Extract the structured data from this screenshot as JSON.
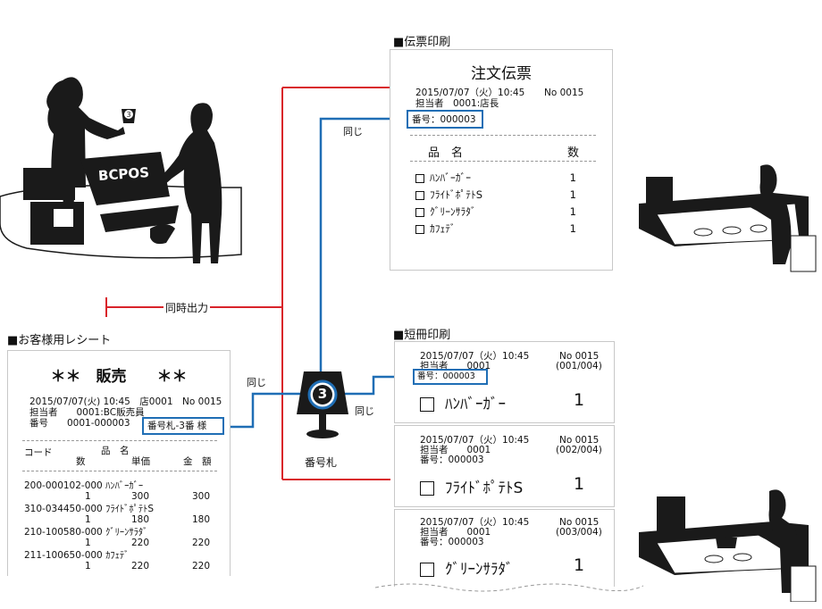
{
  "labels": {
    "slip_print": "■伝票印刷",
    "strip_print": "■短冊印刷",
    "customer_receipt": "■お客様用レシート",
    "simultaneous_output": "同時出力",
    "same": "同じ",
    "number_tag": "番号札",
    "pos_brand": "BCPOS",
    "tag_number": "3"
  },
  "order_slip": {
    "title": "注文伝票",
    "datetime": "2015/07/07（火）10:45",
    "no": "No 0015",
    "staff": "担当者　0001:店長",
    "number": "番号：000003",
    "col_name": "品　名",
    "col_qty": "数",
    "items": [
      {
        "name": "ﾊﾝﾊﾞｰｶﾞｰ",
        "qty": "1"
      },
      {
        "name": "ﾌﾗｲﾄﾞﾎﾟﾃﾄS",
        "qty": "1"
      },
      {
        "name": "ｸﾞﾘｰﾝｻﾗﾀﾞ",
        "qty": "1"
      },
      {
        "name": "ｶﾌｪﾃﾞ",
        "qty": "1"
      }
    ]
  },
  "strips": [
    {
      "datetime": "2015/07/07（火）10:45",
      "no": "No 0015",
      "staff": "担当者　　0001",
      "count": "(001/004)",
      "number": "番号：000003",
      "item": "ﾊﾝﾊﾞｰｶﾞｰ",
      "qty": "1"
    },
    {
      "datetime": "2015/07/07（火）10:45",
      "no": "No 0015",
      "staff": "担当者　　0001",
      "count": "(002/004)",
      "number": "番号：000003",
      "item": "ﾌﾗｲﾄﾞﾎﾟﾃﾄS",
      "qty": "1"
    },
    {
      "datetime": "2015/07/07（火）10:45",
      "no": "No 0015",
      "staff": "担当者　　0001",
      "count": "(003/004)",
      "number": "番号：000003",
      "item": "ｸﾞﾘｰﾝｻﾗﾀﾞ",
      "qty": "1"
    }
  ],
  "receipt": {
    "title": "＊＊　販売　　＊＊",
    "line1": "2015/07/07(火) 10:45　店0001　No 0015",
    "staff": "担当者　　0001:BC販売員",
    "number": "番号　　0001-000003",
    "tag_label": "番号札-3番 様",
    "col_code": "コード",
    "col_name": "品　名",
    "col_qty": "数",
    "col_unit": "単価",
    "col_amount": "金　額",
    "rows": [
      {
        "code": "200-000102-000 ﾊﾝﾊﾞｰｶﾞｰ",
        "qty": "1",
        "unit": "300",
        "amount": "300"
      },
      {
        "code": "310-034450-000 ﾌﾗｲﾄﾞﾎﾟﾃﾄS",
        "qty": "1",
        "unit": "180",
        "amount": "180"
      },
      {
        "code": "210-100580-000 ｸﾞﾘｰﾝｻﾗﾀﾞ",
        "qty": "1",
        "unit": "220",
        "amount": "220"
      },
      {
        "code": "211-100650-000 ｶﾌｪﾃﾞ",
        "qty": "1",
        "unit": "220",
        "amount": "220"
      }
    ]
  },
  "colors": {
    "red": "#d9232a",
    "blue": "#1f6eb5",
    "silhouette": "#1a1a1a"
  }
}
